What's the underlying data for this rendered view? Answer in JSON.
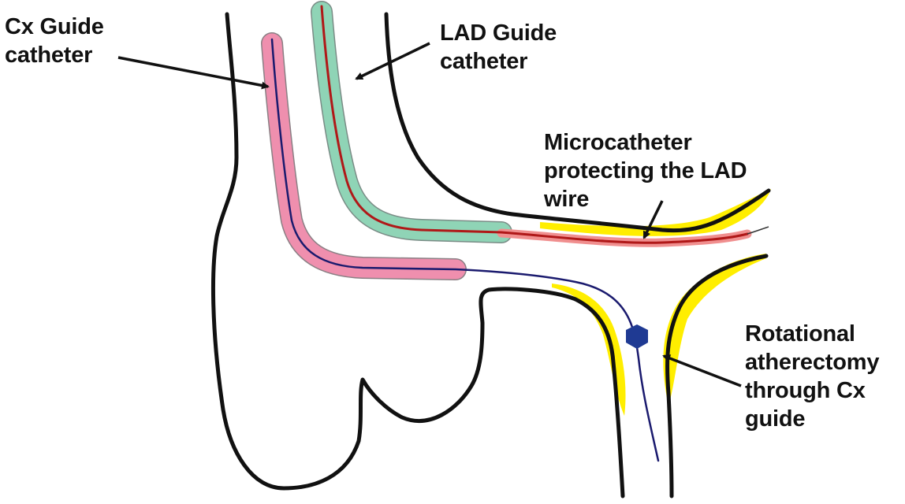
{
  "labels": {
    "cx_guide": [
      "Cx Guide",
      "catheter"
    ],
    "lad_guide": [
      "LAD Guide",
      "catheter"
    ],
    "microcatheter": [
      "Microcatheter",
      "protecting the LAD",
      "wire"
    ],
    "rotational": [
      "Rotational",
      "atherectomy",
      "through Cx",
      "guide"
    ]
  },
  "colors": {
    "vessel_wall": "#111111",
    "cx_catheter": "#ef8fae",
    "lad_catheter": "#8fd4b6",
    "microcatheter": "#f08f8f",
    "calcium_plaque": "#ffee00",
    "cx_wire": "#1a1a6e",
    "lad_wire": "#b01818",
    "burr": "#1f3a93"
  }
}
